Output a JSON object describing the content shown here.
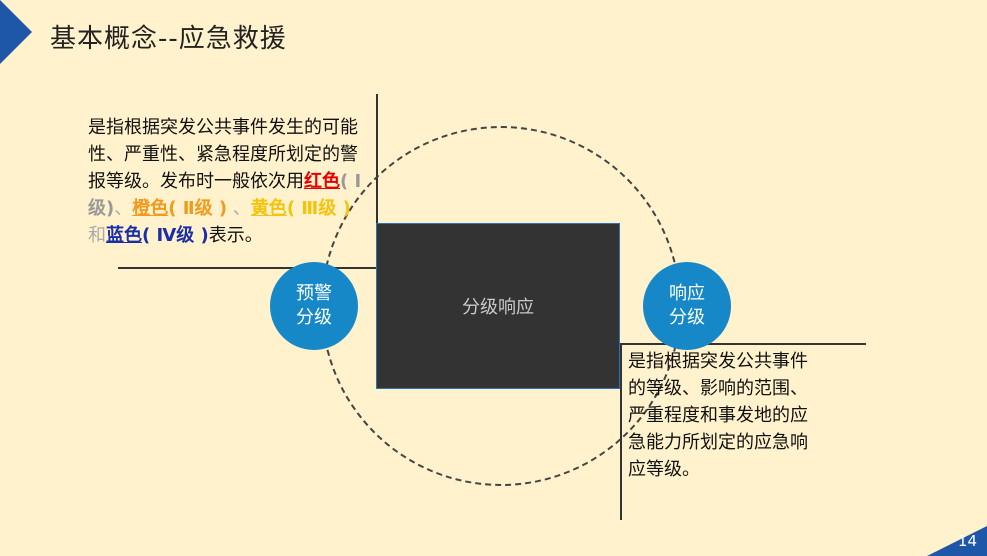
{
  "slide": {
    "title": "基本概念--应急救援",
    "page_number": "14"
  },
  "center": {
    "label": "分级响应"
  },
  "badges": {
    "left": {
      "line1": "预警",
      "line2": "分级"
    },
    "right": {
      "line1": "响应",
      "line2": "分级"
    }
  },
  "left_text": {
    "intro": "是指根据突发公共事件发生的可能性、严重性、紧急程度所划定的警报等级。发布时一般依次用",
    "red": "红色",
    "red_level": "( Ⅰ级)",
    "sep1": "、",
    "orange": "橙色",
    "orange_level": "( Ⅱ级 )",
    "sep2": " 、",
    "yellow": "黄色",
    "yellow_level": "( Ⅲ级 )",
    "sep3": "和",
    "blue": "蓝色",
    "blue_level": "( Ⅳ级 )",
    "outro": "表示。"
  },
  "right_text": "是指根据突发公共事件的等级、影响的范围、严重程度和事发地的应急能力所划定的应急响应等级。",
  "colors": {
    "background": "#fff2cc",
    "accent": "#1f57a8",
    "badge": "#1687c7",
    "box": "#333333",
    "red": "#e60000",
    "orange": "#f29a1d",
    "yellow": "#f2c40e",
    "blue": "#1a2ea8"
  }
}
